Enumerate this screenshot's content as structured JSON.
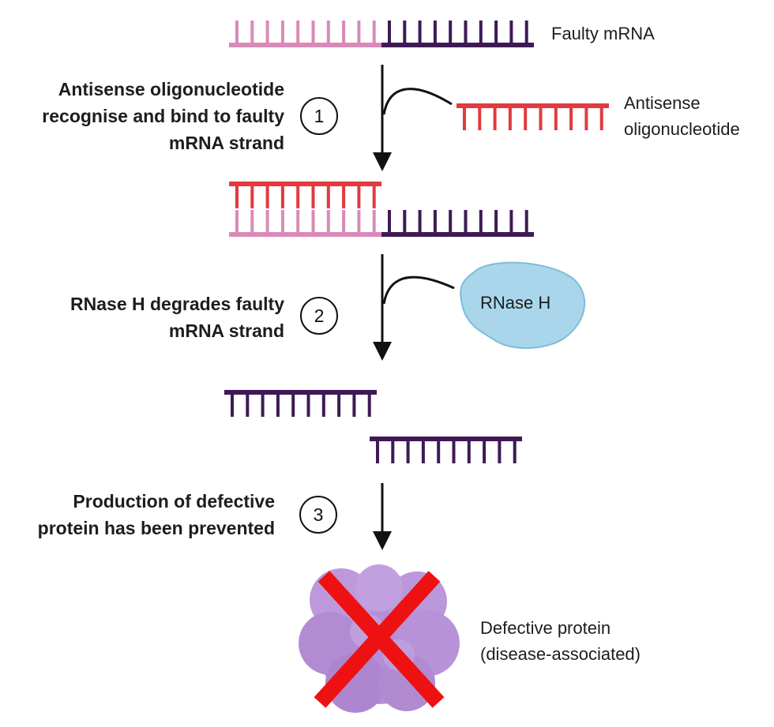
{
  "labels": {
    "faulty_mrna": "Faulty mRNA",
    "antisense_line1": "Antisense",
    "antisense_line2": "oligonucleotide",
    "rnase_h": "RNase H",
    "defective_line1": "Defective protein",
    "defective_line2": "(disease-associated)"
  },
  "steps": [
    {
      "number": "1",
      "lines": [
        "Antisense oligonucleotide",
        "recognise and bind to faulty",
        "mRNA strand"
      ]
    },
    {
      "number": "2",
      "lines": [
        "RNase H degrades faulty",
        "mRNA strand"
      ]
    },
    {
      "number": "3",
      "lines": [
        "Production of defective",
        "protein has been prevented"
      ]
    }
  ],
  "colors": {
    "mrna_pink": "#d98ab9",
    "mrna_purple": "#3e1a55",
    "aso_red": "#e23a3f",
    "rnase_fill": "#a9d6ea",
    "protein": "#b48ed6",
    "cross": "#ee1111",
    "arrow": "#111111"
  }
}
